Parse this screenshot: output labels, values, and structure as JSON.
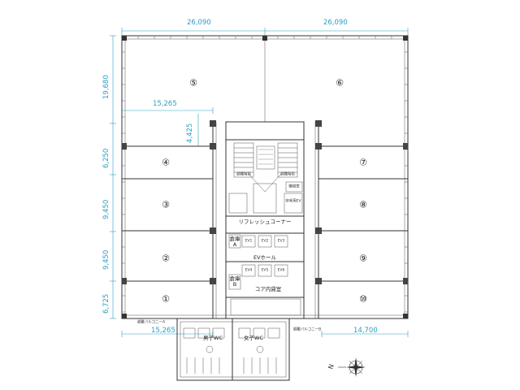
{
  "dimensions": {
    "top_left": "26,090",
    "top_right": "26,090",
    "left_top": "19,680",
    "inner_width": "15,265",
    "inner_height": "4,425",
    "left_r4": "6,250",
    "left_r3": "9,450",
    "left_r2": "9,450",
    "left_r1": "6,725",
    "bottom_left": "15,265",
    "bottom_right": "14,700"
  },
  "rooms": {
    "r1": "①",
    "r2": "②",
    "r3": "③",
    "r4": "④",
    "r5": "⑤",
    "r6": "⑥",
    "r7": "⑦",
    "r8": "⑧",
    "r9": "⑨",
    "r10": "⑩"
  },
  "core": {
    "refresh_corner": "リフレッシュコーナー",
    "ev_hall": "EVホール",
    "storage_a_1": "倉庫",
    "storage_a_2": "A",
    "storage_b_1": "倉庫",
    "storage_b_2": "B",
    "core_room": "コア内貸室",
    "ev_upper": [
      "EV1",
      "EV2",
      "EV3"
    ],
    "ev_lower": [
      "EV4",
      "EV5",
      "EV6"
    ],
    "stair_left": "避難階段",
    "stair_right": "避難階段",
    "small_room": "機械室",
    "small_ev": "非常用EV"
  },
  "bottom": {
    "male_wc": "男子WC",
    "female_wc": "女子WC",
    "balcony_a": "避難バルコニーA",
    "balcony_b": "避難バルコニーB"
  },
  "compass": {
    "label": "N"
  }
}
